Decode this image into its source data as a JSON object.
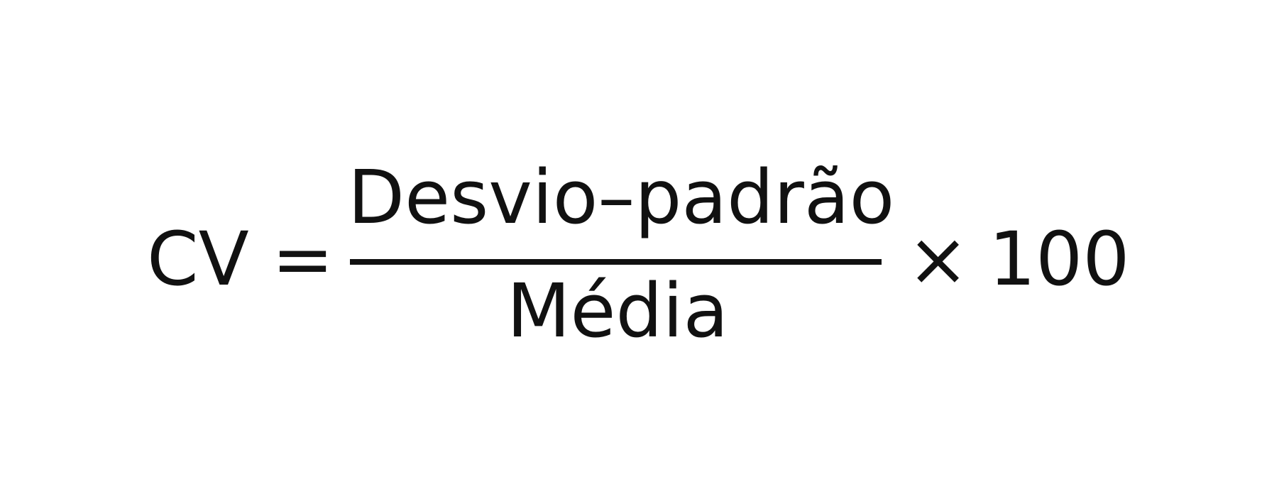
{
  "formula": {
    "lhs": "CV",
    "equals": "=",
    "numerator": "Desvio–padrão",
    "denominator": "Média",
    "times": "×",
    "factor": "100"
  }
}
